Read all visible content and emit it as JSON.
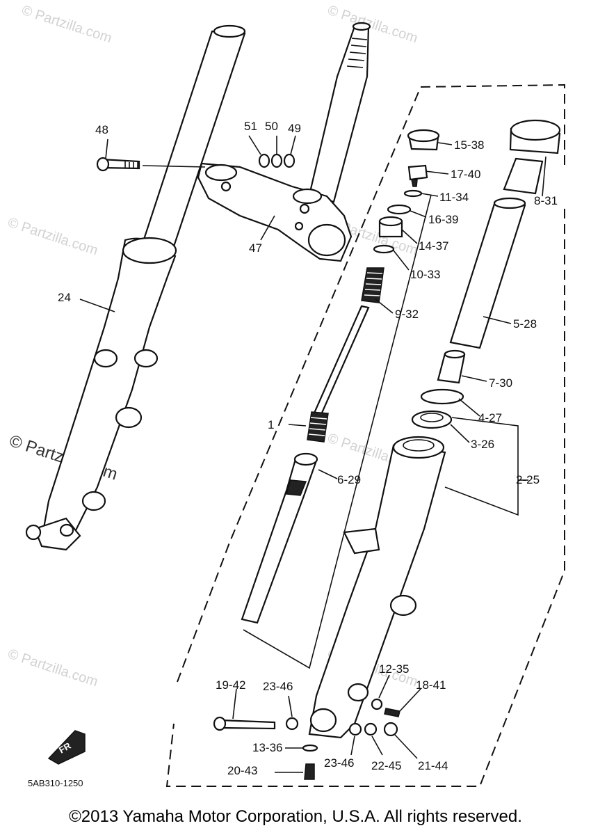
{
  "watermarks": [
    "© Partzilla.com",
    "© Partzilla.com",
    "© Partzilla.com",
    "© Partzilla.com",
    "© Partzilla.com",
    "© Partzilla.com",
    "© Partzilla.com"
  ],
  "watermark_prominent": "© Partzilla.com",
  "callouts": {
    "c48": "48",
    "c51": "51",
    "c50": "50",
    "c49": "49",
    "c47": "47",
    "c24": "24",
    "c15": "15-38",
    "c17": "17-40",
    "c11": "11-34",
    "c16": "16-39",
    "c14": "14-37",
    "c10": "10-33",
    "c9": "9-32",
    "c8": "8-31",
    "c5": "5-28",
    "c7": "7-30",
    "c4": "4-27",
    "c3": "3-26",
    "c2": "2-25",
    "c1": "1",
    "c6": "6-29",
    "c12": "12-35",
    "c18": "18-41",
    "c19": "19-42",
    "c23a": "23-46",
    "c13": "13-36",
    "c23b": "23-46",
    "c22": "22-45",
    "c21": "21-44",
    "c20": "20-43"
  },
  "front_badge": "FR",
  "diagram_code": "5AB310-1250",
  "copyright": "©2013  Yamaha Motor Corporation, U.S.A. All rights reserved."
}
